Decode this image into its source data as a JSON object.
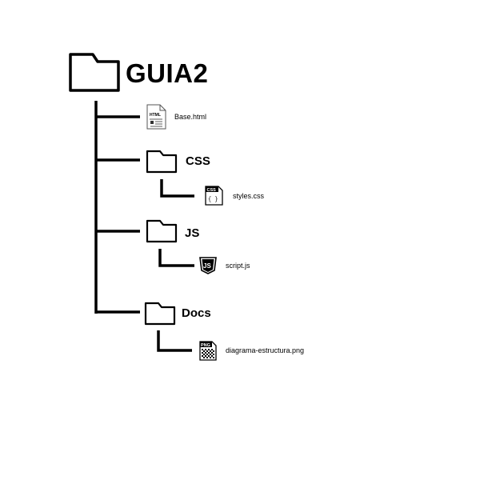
{
  "root": {
    "name": "GUIA2",
    "icon": "folder-icon"
  },
  "children": [
    {
      "type": "file",
      "name": "Base.html",
      "icon": "html-file-icon",
      "badge": "HTML"
    },
    {
      "type": "folder",
      "name": "CSS",
      "icon": "folder-icon",
      "children": [
        {
          "type": "file",
          "name": "styles.css",
          "icon": "css-file-icon",
          "badge": "CSS",
          "glyph": "{ }"
        }
      ]
    },
    {
      "type": "folder",
      "name": "JS",
      "icon": "folder-icon",
      "children": [
        {
          "type": "file",
          "name": "script.js",
          "icon": "js-file-icon",
          "badge": "JS"
        }
      ]
    },
    {
      "type": "folder",
      "name": "Docs",
      "icon": "folder-icon",
      "children": [
        {
          "type": "file",
          "name": "diagrama-estructura.png",
          "icon": "png-file-icon",
          "badge": "PNG"
        }
      ]
    }
  ],
  "colors": {
    "stroke": "#000000",
    "background": "#ffffff"
  }
}
